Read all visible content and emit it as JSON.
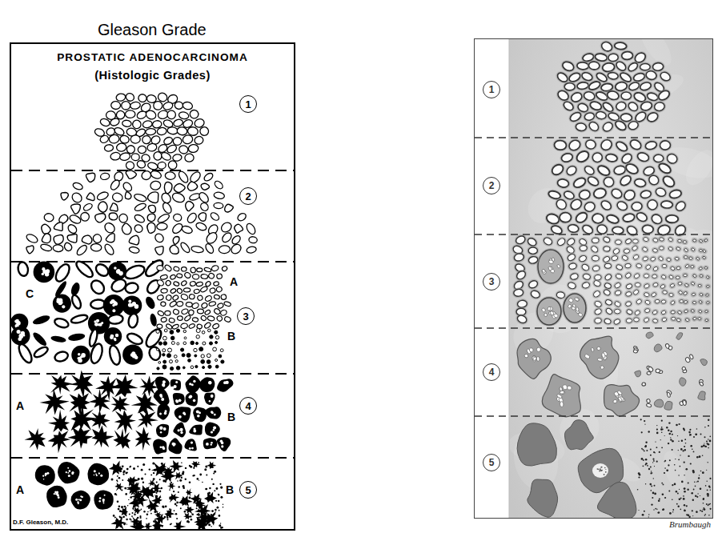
{
  "diagram": {
    "title": "Gleason Grade",
    "nodes": [
      {
        "text": [
          "PROSTATIC ADENOCARCINOMA",
          "(Histologic Grades)"
        ]
      },
      {
        "text": [
          "1"
        ],
        "in": 0
      },
      {
        "text": [
          "2"
        ],
        "in": 0
      },
      {
        "text": [
          "3"
        ],
        "in": 0
      },
      {
        "text": [
          "4"
        ],
        "in": 0
      },
      {
        "text": [
          "5"
        ],
        "in": 0
      },
      {
        "text": [
          "Brumbaugh"
        ]
      },
      {
        "text": [
          "1"
        ],
        "in": 6
      },
      {
        "text": [
          "2"
        ],
        "in": 6
      },
      {
        "text": [
          "3"
        ],
        "in": 6
      },
      {
        "text": [
          "4"
        ],
        "in": 6
      },
      {
        "text": [
          "5"
        ],
        "in": 6
      }
    ],
    "labels": [
      "C",
      "A",
      "B",
      "A",
      "B",
      "A",
      "B",
      "D.F. Gleason, M.D."
    ]
  }
}
